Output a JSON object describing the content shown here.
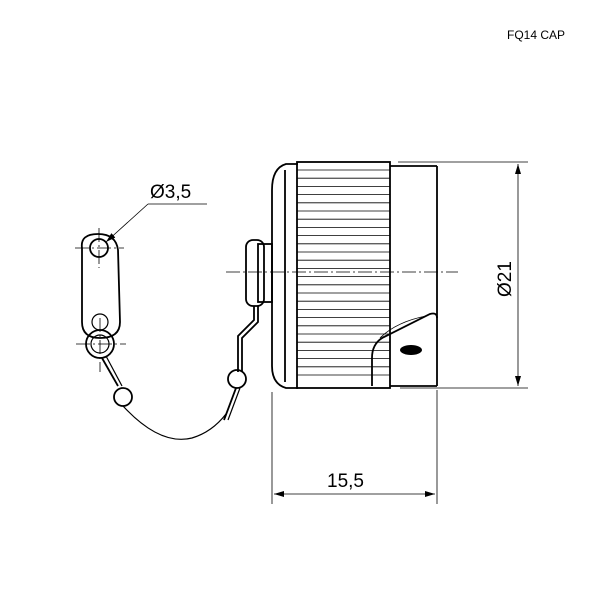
{
  "title": "FQ14 CAP",
  "dimensions": {
    "hole_diameter": "Ø3,5",
    "body_diameter": "Ø21",
    "length": "15,5"
  }
}
